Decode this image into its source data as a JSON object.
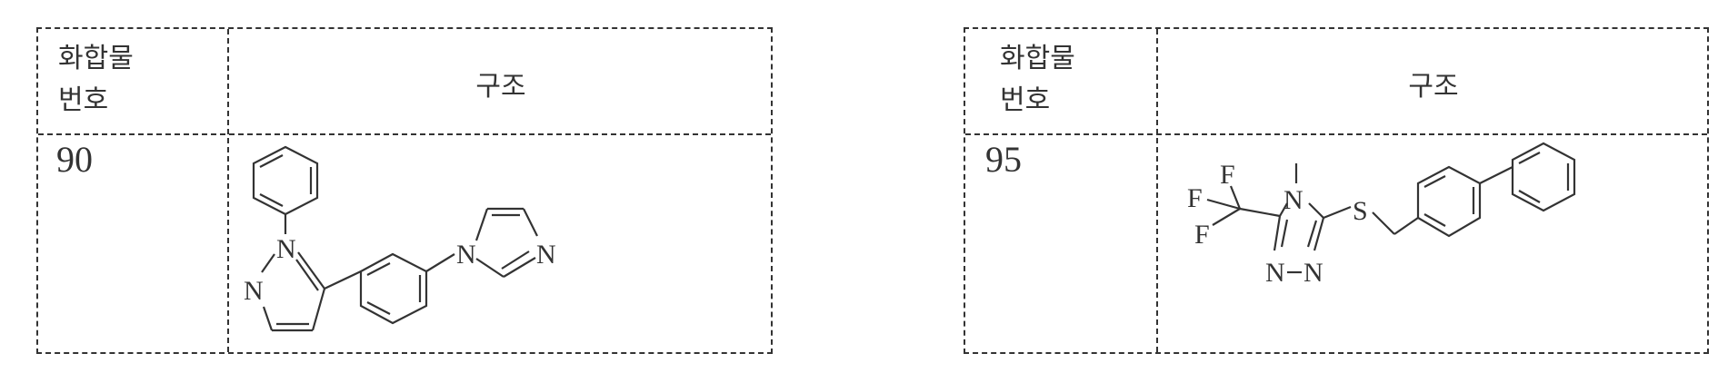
{
  "tables": [
    {
      "header": {
        "compound_number_label": "화합물\n번호",
        "structure_label": "구조"
      },
      "row": {
        "compound_id": "90"
      },
      "atoms": {
        "n1": "N",
        "n2": "N",
        "n3": "N",
        "n4": "N"
      }
    },
    {
      "header": {
        "compound_number_label": "화합물\n번호",
        "structure_label": "구조"
      },
      "row": {
        "compound_id": "95"
      },
      "atoms": {
        "f1": "F",
        "f2": "F",
        "f3": "F",
        "n_top": "N",
        "n_b1": "N",
        "n_b2": "N",
        "s": "S"
      }
    }
  ]
}
